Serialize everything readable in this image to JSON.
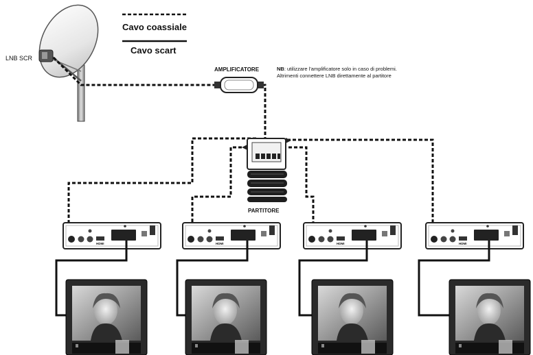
{
  "legend": {
    "coax_label": "Cavo coassiale",
    "scart_label": "Cavo scart"
  },
  "labels": {
    "lnb": "LNB SCR",
    "amplifier": "AMPLIFICATORE",
    "splitter": "PARTITORE",
    "note_bold": "NB",
    "note_line1": ": utilizzare l'amplificatore solo in caso di problemi.",
    "note_line2": "Altrimenti connettere LNB direttamente al partitore"
  },
  "receivers": [
    {
      "id": "receiver-1",
      "port_label": "HDMI"
    },
    {
      "id": "receiver-2",
      "port_label": "HDMI"
    },
    {
      "id": "receiver-3",
      "port_label": "HDMI"
    },
    {
      "id": "receiver-4",
      "port_label": "HDMI"
    }
  ],
  "tv_count": 4
}
